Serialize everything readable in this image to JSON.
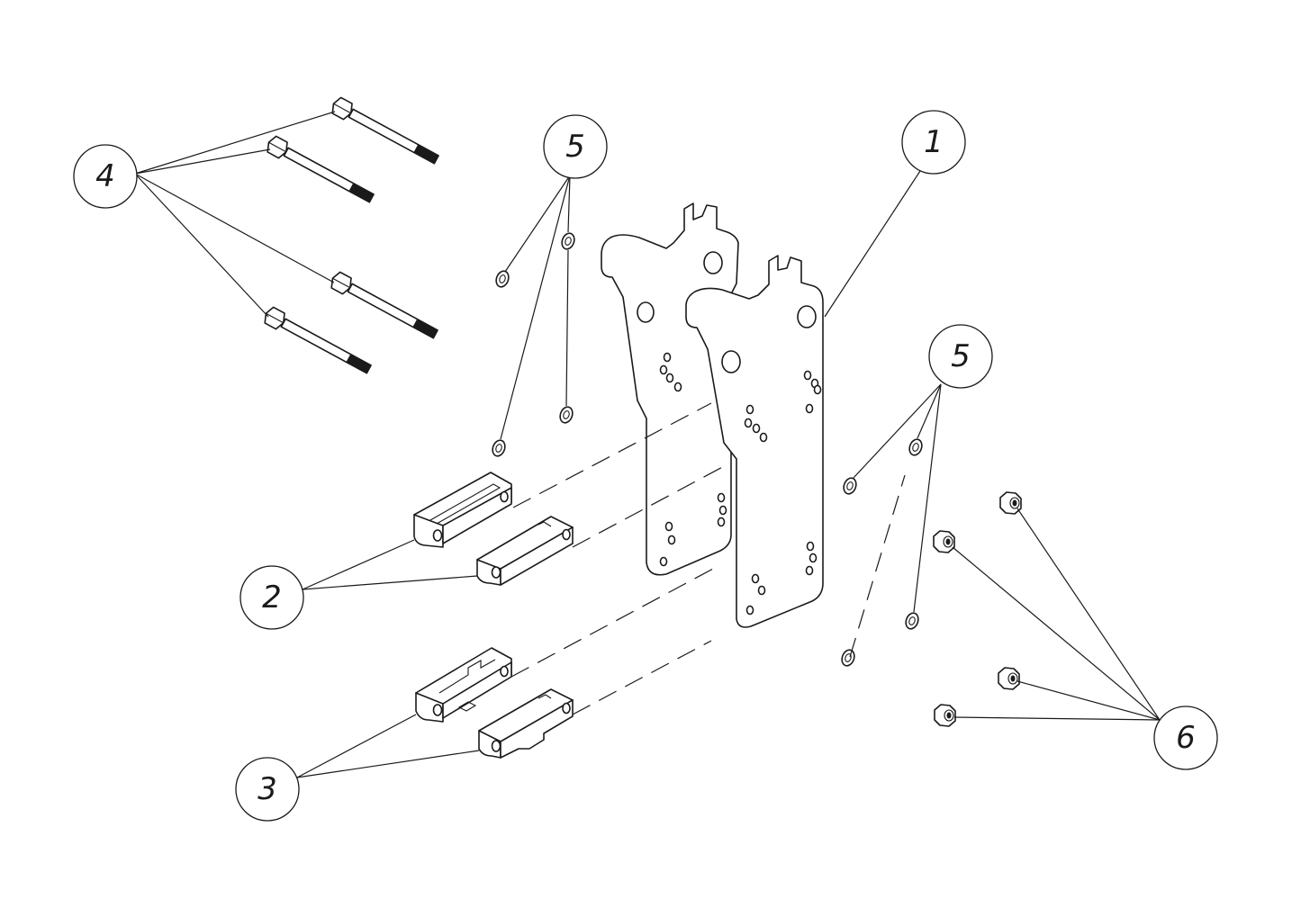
{
  "diagram": {
    "balloons": [
      {
        "id": "b1",
        "label": "1"
      },
      {
        "id": "b2",
        "label": "2"
      },
      {
        "id": "b3",
        "label": "3"
      },
      {
        "id": "b4",
        "label": "4"
      },
      {
        "id": "b5a",
        "label": "5"
      },
      {
        "id": "b5b",
        "label": "5"
      },
      {
        "id": "b6",
        "label": "6"
      }
    ]
  },
  "colors": {
    "line": "#1a1a1a",
    "background": "#ffffff"
  }
}
